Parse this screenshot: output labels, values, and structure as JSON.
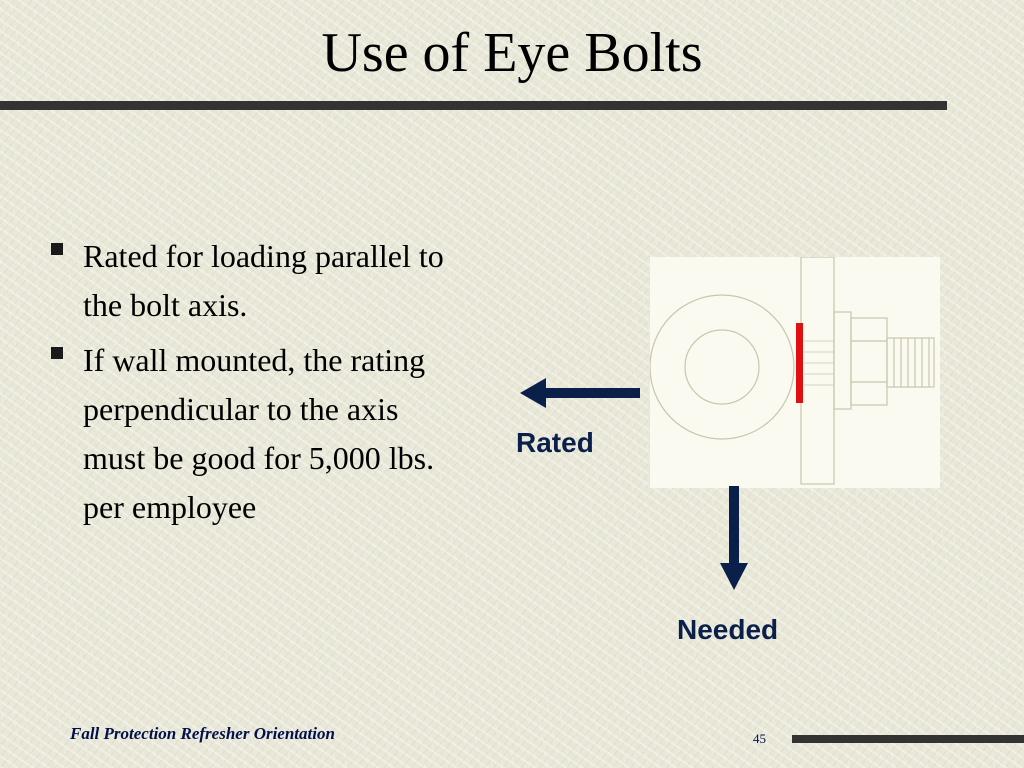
{
  "slide": {
    "title": "Use of Eye Bolts",
    "bullets": [
      "Rated for loading parallel to the bolt axis.",
      "If wall mounted, the rating perpendicular to the axis must be good for 5,000 lbs. per employee"
    ]
  },
  "diagram": {
    "labels": {
      "rated": "Rated",
      "needed": "Needed"
    },
    "icons": [
      "eye-bolt-icon",
      "arrow-left-icon",
      "arrow-down-icon"
    ],
    "colors": {
      "arrow": "#0a1f4a",
      "load_marker": "#e01010",
      "drawing_line": "#c9c6ad"
    }
  },
  "footer": {
    "text": "Fall Protection Refresher Orientation",
    "page_number": "45"
  }
}
